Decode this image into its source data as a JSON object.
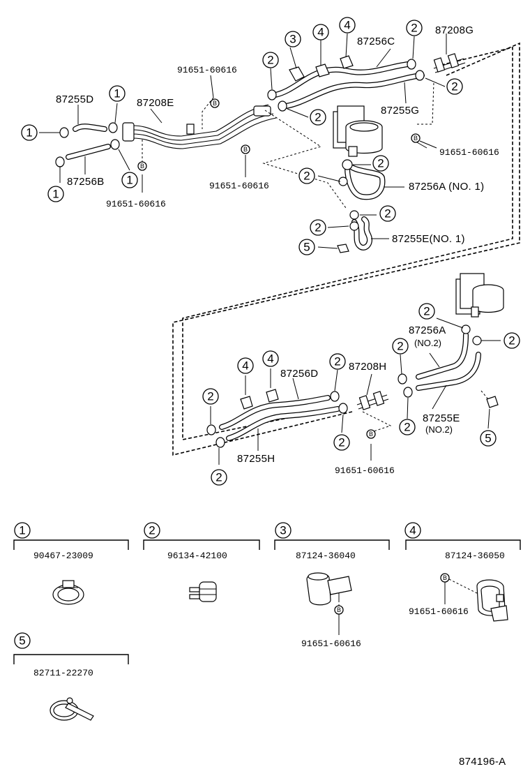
{
  "callouts": {
    "c1": "1",
    "c2": "2",
    "c3": "3",
    "c4": "4",
    "c5": "5",
    "b": "B"
  },
  "parts": {
    "p87208G": "87208G",
    "p87256C": "87256C",
    "p87255D": "87255D",
    "p87208E": "87208E",
    "p87255G": "87255G",
    "p87256B": "87256B",
    "p87256A_no1": "87256A (NO. 1)",
    "p87255E_no1": "87255E(NO. 1)",
    "p87256A": "87256A",
    "p_no2": "(NO.2)",
    "p87256D": "87256D",
    "p87208H": "87208H",
    "p87255E": "87255E",
    "p87255H": "87255H",
    "bolt_top": "91651-60616",
    "bolt_mid": "91651-60616",
    "bolt_right": "91651-60616",
    "bolt_left": "91651-60616",
    "bolt_lower": "91651-60616"
  },
  "legend": [
    {
      "num": "1",
      "code": "90467-23009"
    },
    {
      "num": "2",
      "code": "96134-42100"
    },
    {
      "num": "3",
      "code": "87124-36040",
      "bolt": "91651-60616"
    },
    {
      "num": "4",
      "code": "87124-36050",
      "bolt": "91651-60616"
    },
    {
      "num": "5",
      "code": "82711-22270"
    }
  ],
  "figure_id": "874196-A"
}
